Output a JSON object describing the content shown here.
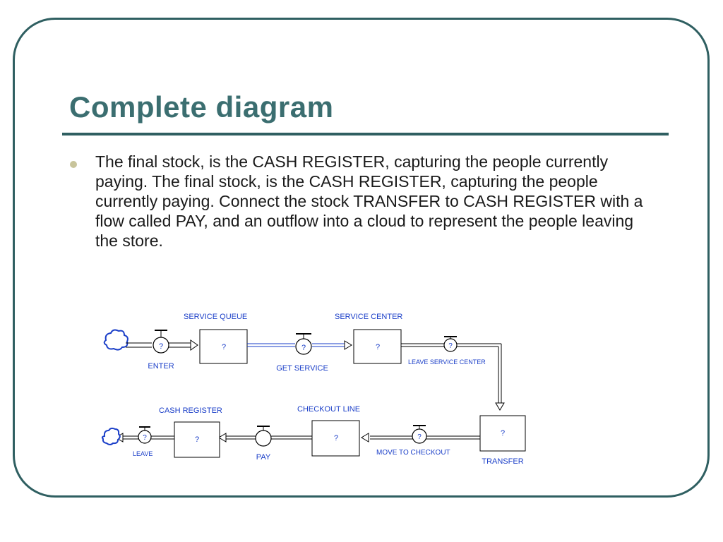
{
  "slide": {
    "title": "Complete diagram",
    "bullet": "The final  stock, is the CASH REGISTER, capturing the people currently paying. The final stock, is the CASH REGISTER, capturing the people currently paying. Connect the stock TRANSFER to CASH REGISTER with a flow called PAY,  and an outflow into a cloud to represent the people leaving the store."
  },
  "diagram": {
    "stocks": {
      "service_queue": {
        "label": "SERVICE QUEUE",
        "value": "?"
      },
      "service_center": {
        "label": "SERVICE CENTER",
        "value": "?"
      },
      "transfer": {
        "label": "TRANSFER",
        "value": "?"
      },
      "checkout_line": {
        "label": "CHECKOUT LINE",
        "value": "?"
      },
      "cash_register": {
        "label": "CASH REGISTER",
        "value": "?"
      }
    },
    "flows": {
      "enter": {
        "label": "ENTER",
        "value": "?"
      },
      "get_service": {
        "label": "GET SERVICE",
        "value": "?"
      },
      "leave_service_center": {
        "label": "LEAVE SERVICE CENTER",
        "value": "?"
      },
      "move_to_checkout": {
        "label": "MOVE TO CHECKOUT",
        "value": "?"
      },
      "pay": {
        "label": "PAY"
      },
      "leave": {
        "label": "LEAVE",
        "value": "?"
      }
    }
  },
  "colors": {
    "frame": "#2f5f61",
    "title": "#3b6e70",
    "bullet": "#c8c49b",
    "diagram_ink": "#1a3ec8",
    "diagram_lines": "#000000"
  }
}
